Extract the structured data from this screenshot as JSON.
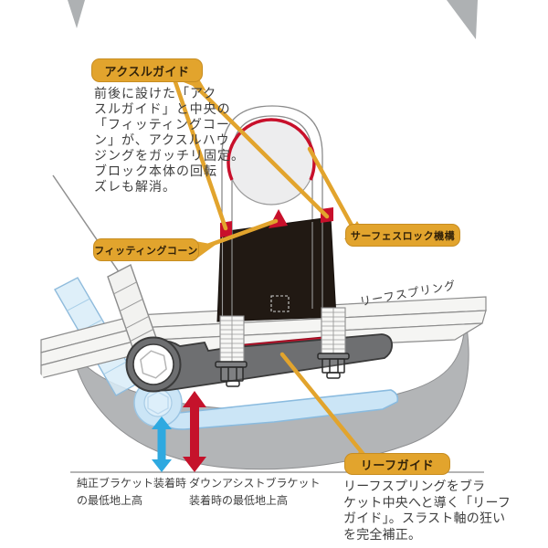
{
  "callouts": {
    "axle_guide": {
      "label": "アクスルガイド"
    },
    "fitting_cone": {
      "label": "フィッティングコーン"
    },
    "surface_lock": {
      "label": "サーフェスロック機構"
    },
    "leaf_guide": {
      "label": "リーフガイド"
    }
  },
  "annotations": {
    "axle_guide_description": "前後に設けた「アク\nスルガイド」と中央の\n「フィッティングコー\nン」が、アクスルハウ\nジングをガッチリ固定。\nブロック本体の回転\nズレも解消。",
    "leaf_guide_description": "リーフスプリングをブラ\nケット中央へと導く「リーフ\nガイド」。スラスト軸の狂い\nを完全補正。",
    "leaf_spring_label": "リーフスプリング",
    "clearance_stock": "純正ブラケット装着時\nの最低地上高",
    "clearance_down_assist": "ダウンアシストブラケット\n装着時の最低地上高"
  },
  "colors": {
    "callout_gold": "#E2A42D",
    "highlight_red": "#C8102B",
    "arrow_red": "#C5122B",
    "arrow_blue": "#2EA9E0",
    "bracket_gray": "#6E6F71",
    "background_gray": "#B3B5B7",
    "ghost_blue": "#CBE5F6"
  }
}
